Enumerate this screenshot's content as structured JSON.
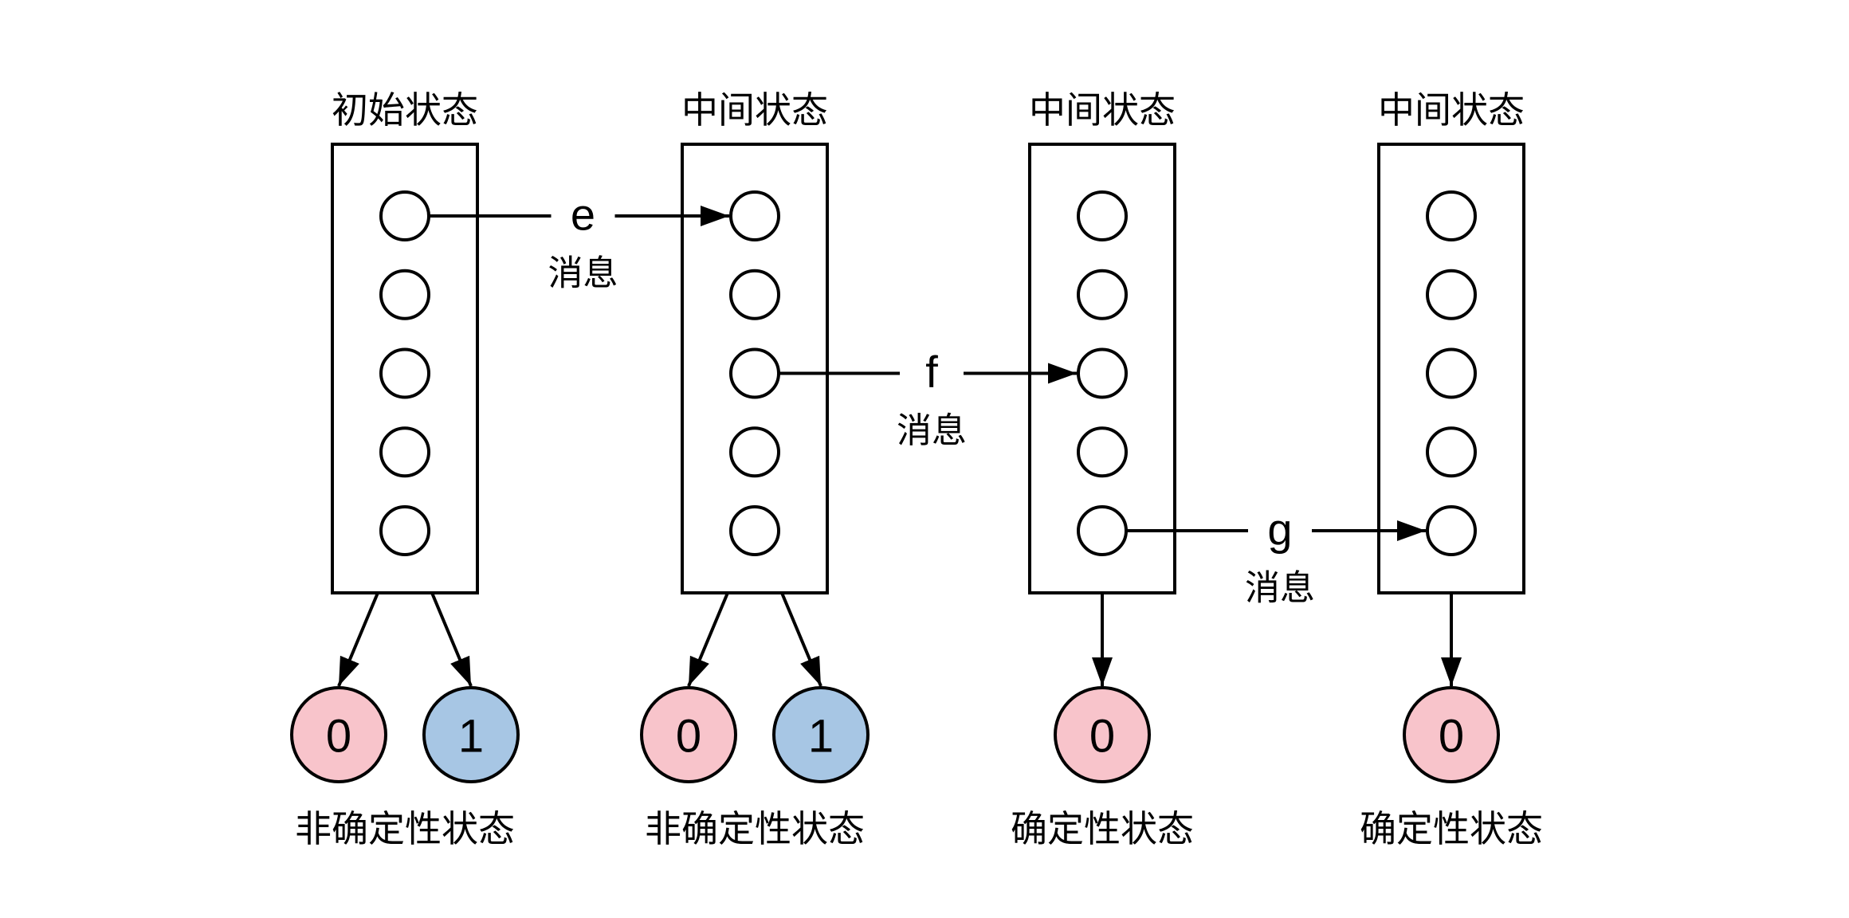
{
  "diagram": {
    "colors": {
      "stroke": "#000000",
      "output_zero_fill": "#F8C4CB",
      "output_one_fill": "#A7C6E4",
      "background": "#FFFFFF"
    },
    "states": [
      {
        "id": "s0",
        "title": "初始状态",
        "node_count": 5,
        "outputs": [
          {
            "value": "0",
            "kind": "zero"
          },
          {
            "value": "1",
            "kind": "one"
          }
        ],
        "output_label": "非确定性状态"
      },
      {
        "id": "s1",
        "title": "中间状态",
        "node_count": 5,
        "outputs": [
          {
            "value": "0",
            "kind": "zero"
          },
          {
            "value": "1",
            "kind": "one"
          }
        ],
        "output_label": "非确定性状态"
      },
      {
        "id": "s2",
        "title": "中间状态",
        "node_count": 5,
        "outputs": [
          {
            "value": "0",
            "kind": "zero"
          }
        ],
        "output_label": "确定性状态"
      },
      {
        "id": "s3",
        "title": "中间状态",
        "node_count": 5,
        "outputs": [
          {
            "value": "0",
            "kind": "zero"
          }
        ],
        "output_label": "确定性状态"
      }
    ],
    "transitions": [
      {
        "from_state": 0,
        "to_state": 1,
        "node_index": 0,
        "label": "e",
        "sublabel": "消息"
      },
      {
        "from_state": 1,
        "to_state": 2,
        "node_index": 2,
        "label": "f",
        "sublabel": "消息"
      },
      {
        "from_state": 2,
        "to_state": 3,
        "node_index": 4,
        "label": "g",
        "sublabel": "消息"
      }
    ]
  }
}
